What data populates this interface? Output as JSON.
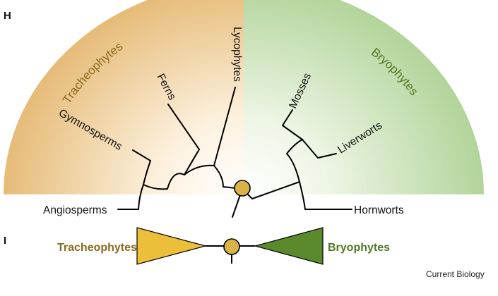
{
  "panels": {
    "h": "H",
    "i": "I"
  },
  "groups": {
    "tracheophytes": "Tracheophytes",
    "bryophytes": "Bryophytes"
  },
  "taxa": {
    "angiosperms": "Angiosperms",
    "gymnosperms": "Gymnosperms",
    "ferns": "Ferns",
    "lycophytes": "Lycophytes",
    "mosses": "Mosses",
    "liverworts": "Liverworts",
    "hornworts": "Hornworts"
  },
  "credit": "Current Biology",
  "colors": {
    "tracheophyte_fill": "#e8c077",
    "tracheophyte_text": "#8a6a1c",
    "tracheophyte_triangle": "#ecbf3a",
    "bryophyte_fill": "#b3d39a",
    "bryophyte_text": "#4f7a25",
    "bryophyte_triangle": "#5b8a2c",
    "root_node": "#d9b24a"
  }
}
